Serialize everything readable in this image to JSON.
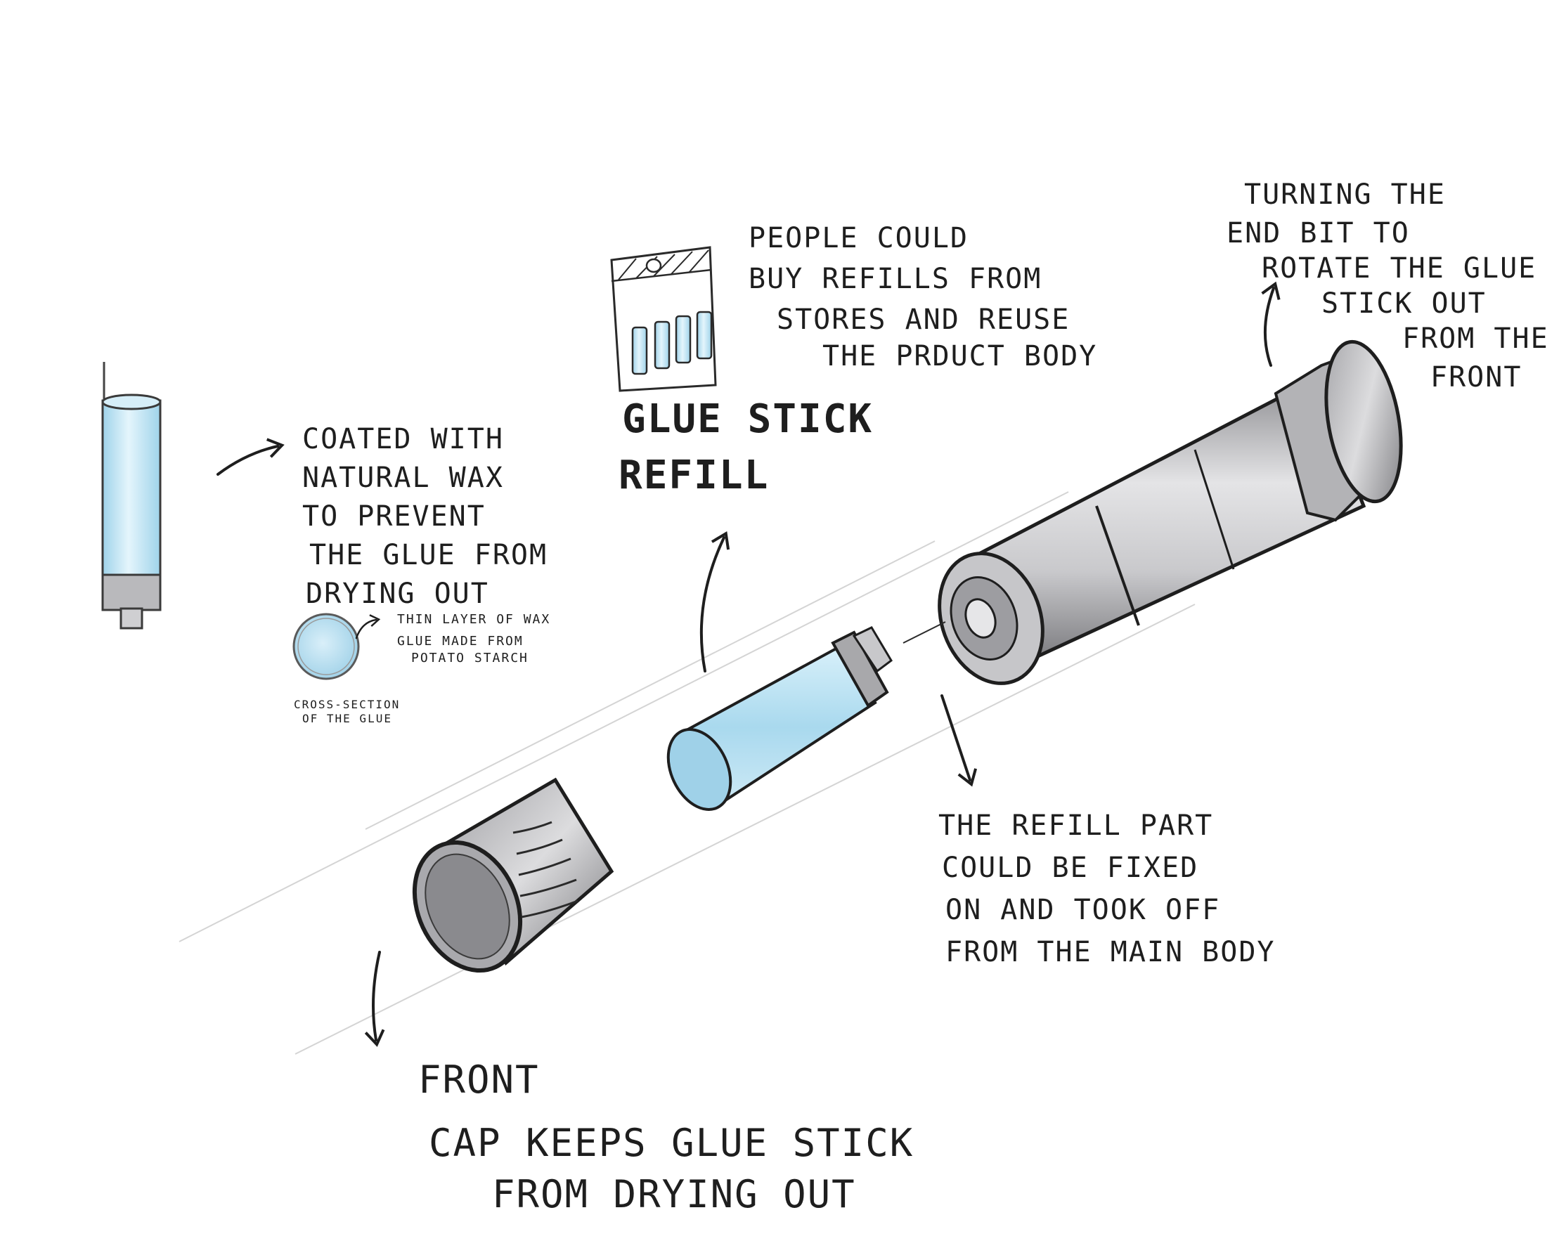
{
  "notes": {
    "wax_coating": [
      "COATED WITH",
      "NATURAL WAX",
      "TO PREVENT",
      "THE GLUE FROM",
      "DRYING OUT"
    ],
    "wax_layer": "THIN LAYER OF WAX",
    "glue_material": [
      "GLUE MADE FROM",
      "POTATO STARCH"
    ],
    "cross_section": [
      "CROSS-SECTION",
      "OF THE GLUE"
    ],
    "refill_purchase": [
      "PEOPLE COULD",
      "BUY REFILLS FROM",
      "STORES AND REUSE",
      "THE PRDUCT BODY"
    ],
    "refill_title": [
      "GLUE STICK",
      "REFILL"
    ],
    "end_bit": [
      "TURNING THE",
      "END BIT TO",
      "ROTATE THE GLUE",
      "STICK OUT",
      "FROM THE",
      "FRONT"
    ],
    "refill_part": [
      "THE REFILL PART",
      "COULD BE FIXED",
      "ON AND TOOK OFF",
      "FROM THE MAIN BODY"
    ],
    "front_cap": [
      "FRONT",
      "CAP KEEPS GLUE STICK",
      "FROM DRYING OUT"
    ]
  },
  "colors": {
    "ink": "#1e1e1e",
    "glue_blue": "#bfe3f2",
    "body_grey": "#b8b8bc",
    "cap_grey": "#9a9a9e"
  }
}
